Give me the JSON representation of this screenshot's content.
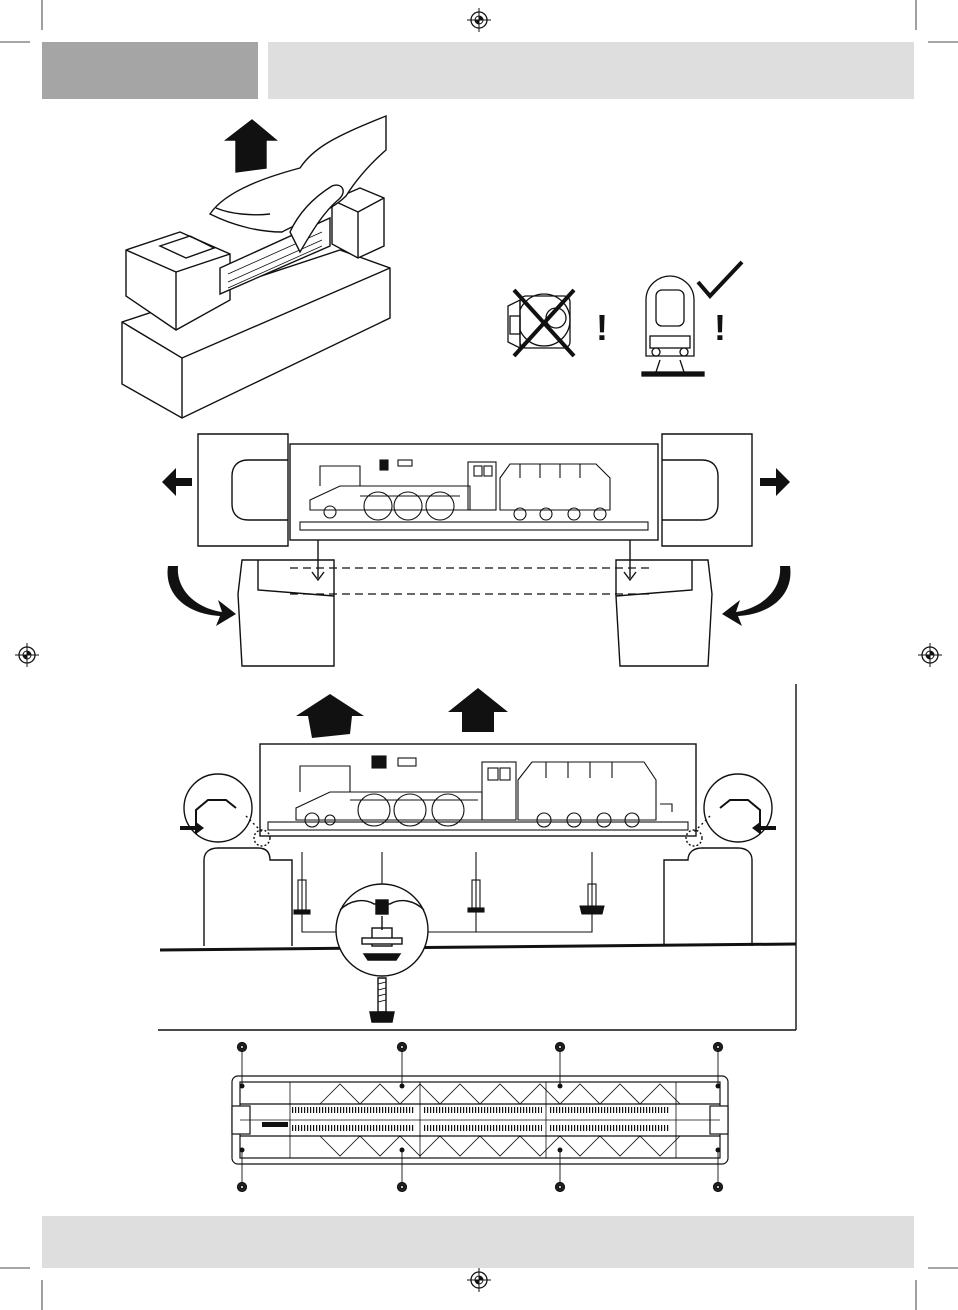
{
  "header": {
    "left_block": "",
    "right_block": ""
  },
  "figures": [
    {
      "name": "lift-from-box",
      "icon": "up-arrow-icon"
    },
    {
      "name": "orientation-wrong",
      "icon": "cross-icon",
      "mark": "!"
    },
    {
      "name": "orientation-correct",
      "icon": "checkmark-icon",
      "mark": "!"
    },
    {
      "name": "remove-end-caps",
      "icons": [
        "left-arrow-icon",
        "right-arrow-icon"
      ]
    },
    {
      "name": "lift-display-case",
      "icons": [
        "up-arrow-icon",
        "up-arrow-icon"
      ]
    },
    {
      "name": "base-screw-layout"
    }
  ],
  "colors": {
    "gray_dark": "#a5a5a5",
    "gray_light": "#dedede",
    "ink": "#111111"
  }
}
